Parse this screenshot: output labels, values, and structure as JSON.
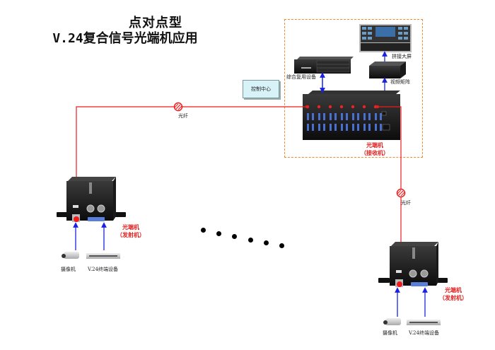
{
  "title": {
    "line1": "点对点型",
    "line2": "V.24复合信号光端机应用"
  },
  "control_center": {
    "label": "控制中心",
    "devices": {
      "video_wall": "拼接大屏",
      "mux_equipment": "综合复用设备",
      "video_matrix": "视频矩阵",
      "receiver_label_line1": "光端机",
      "receiver_label_line2": "（接收机）"
    }
  },
  "links": {
    "fiber_label_left": "光纤",
    "fiber_label_right": "光纤"
  },
  "site_left": {
    "transmitter_line1": "光端机",
    "transmitter_line2": "（发射机）",
    "camera_label": "摄像机",
    "terminal_label": "V.24终端设备"
  },
  "site_right": {
    "transmitter_line1": "光端机",
    "transmitter_line2": "（发射机）",
    "camera_label": "摄像机",
    "terminal_label": "V.24终端设备"
  },
  "colors": {
    "fiber": "#ee1c1c",
    "signal_arrow": "#1a22e0",
    "control_zone_border": "#f08a30",
    "control_box_fill": "#d7f3f7"
  }
}
